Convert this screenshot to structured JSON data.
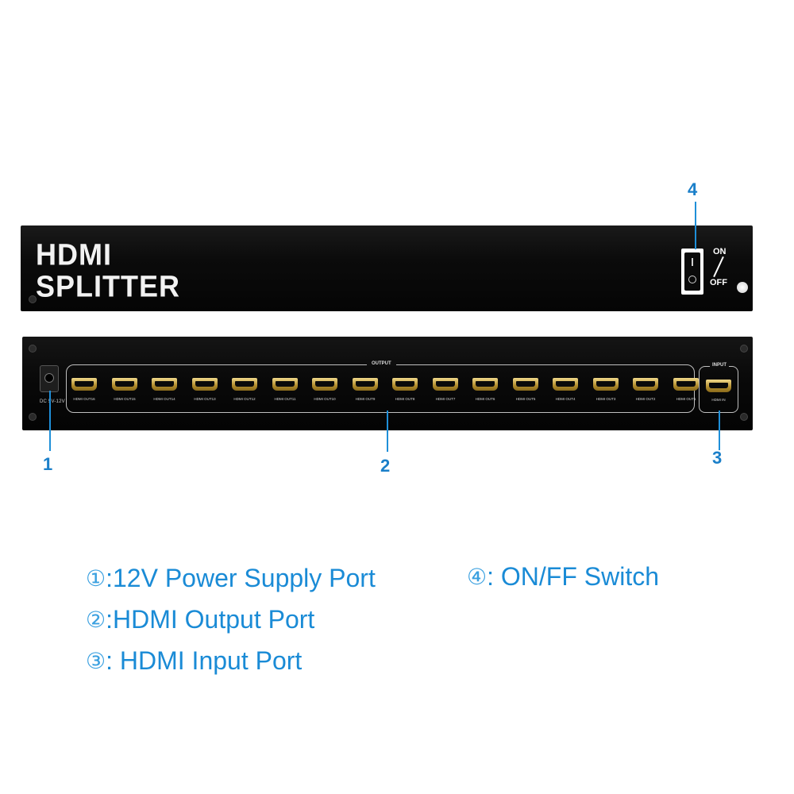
{
  "front_panel": {
    "brand_line1": "HDMI",
    "brand_line2": "SPLITTER",
    "switch_on_label": "ON",
    "switch_off_label": "OFF"
  },
  "rear_panel": {
    "dc_label": "DC 5V-12V",
    "output_title": "OUTPUT",
    "input_title": "INPUT",
    "input_label": "HDMI IN",
    "output_ports": [
      "HDMI OUT16",
      "HDMI OUT15",
      "HDMI OUT14",
      "HDMI OUT13",
      "HDMI OUT12",
      "HDMI OUT11",
      "HDMI OUT10",
      "HDMI OUT9",
      "HDMI OUT8",
      "HDMI OUT7",
      "HDMI OUT6",
      "HDMI OUT5",
      "HDMI OUT4",
      "HDMI OUT3",
      "HDMI OUT2",
      "HDMI OUT1"
    ]
  },
  "callouts": {
    "c1": "1",
    "c2": "2",
    "c3": "3",
    "c4": "4"
  },
  "legend": {
    "item1": {
      "marker": "①",
      "text": ":12V Power Supply Port"
    },
    "item2": {
      "marker": "②",
      "text": ":HDMI Output Port"
    },
    "item3": {
      "marker": "③",
      "text": ": HDMI Input Port"
    },
    "item4": {
      "marker": "④",
      "text": ": ON/FF Switch"
    }
  },
  "colors": {
    "callout_blue": "#1a7fc9",
    "legend_blue": "#1a8bd6",
    "port_gold": "#c9a445",
    "panel_black": "#0b0b0b"
  }
}
